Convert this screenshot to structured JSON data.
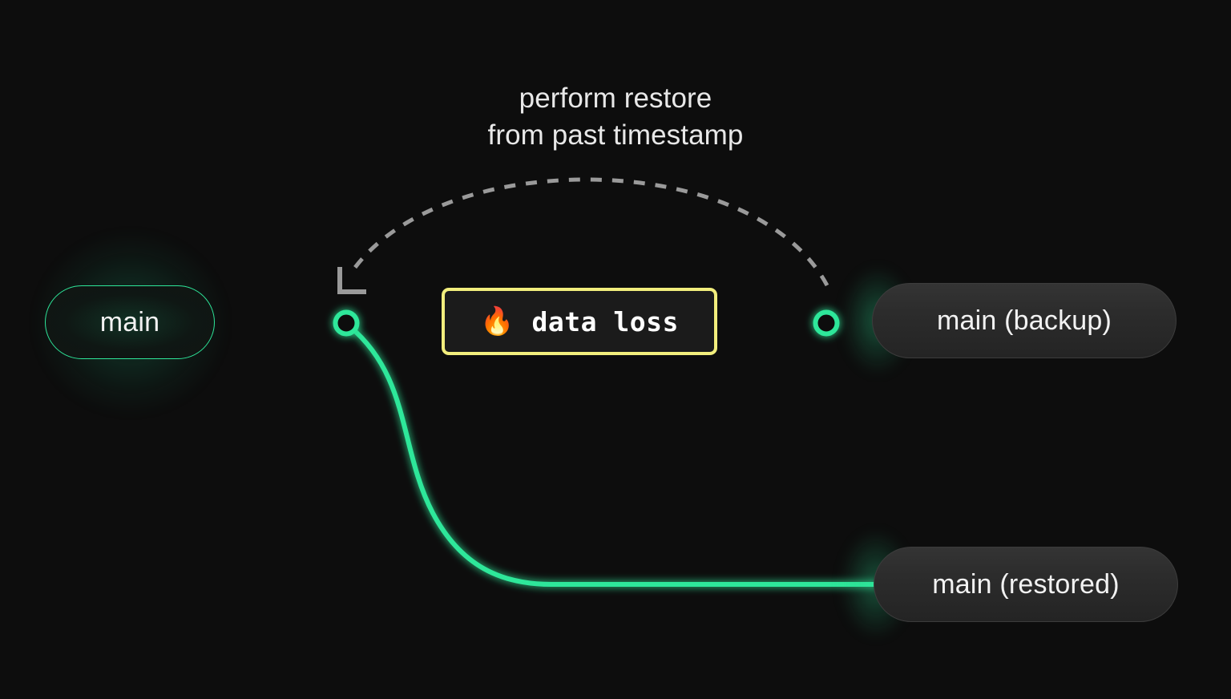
{
  "diagram": {
    "title_caption": "perform restore\nfrom past timestamp",
    "background_color": "#0d0d0d",
    "accent_green": "#2ee79a",
    "warning_yellow": "#f2ee7d",
    "dashed_grey": "#9a9a9a"
  },
  "nodes": {
    "main": {
      "label": "main",
      "style": "accent-pill"
    },
    "backup": {
      "label": "main (backup)",
      "style": "grey-pill"
    },
    "restored": {
      "label": "main (restored)",
      "style": "grey-pill"
    },
    "data_loss": {
      "icon": "fire-emoji",
      "emoji": "🔥",
      "label": "data loss",
      "style": "warning-box"
    }
  },
  "connectors": {
    "branch_point_label": "branch-node",
    "backup_point_label": "backup-node",
    "restore_arrow_label": "perform restore from past timestamp"
  }
}
